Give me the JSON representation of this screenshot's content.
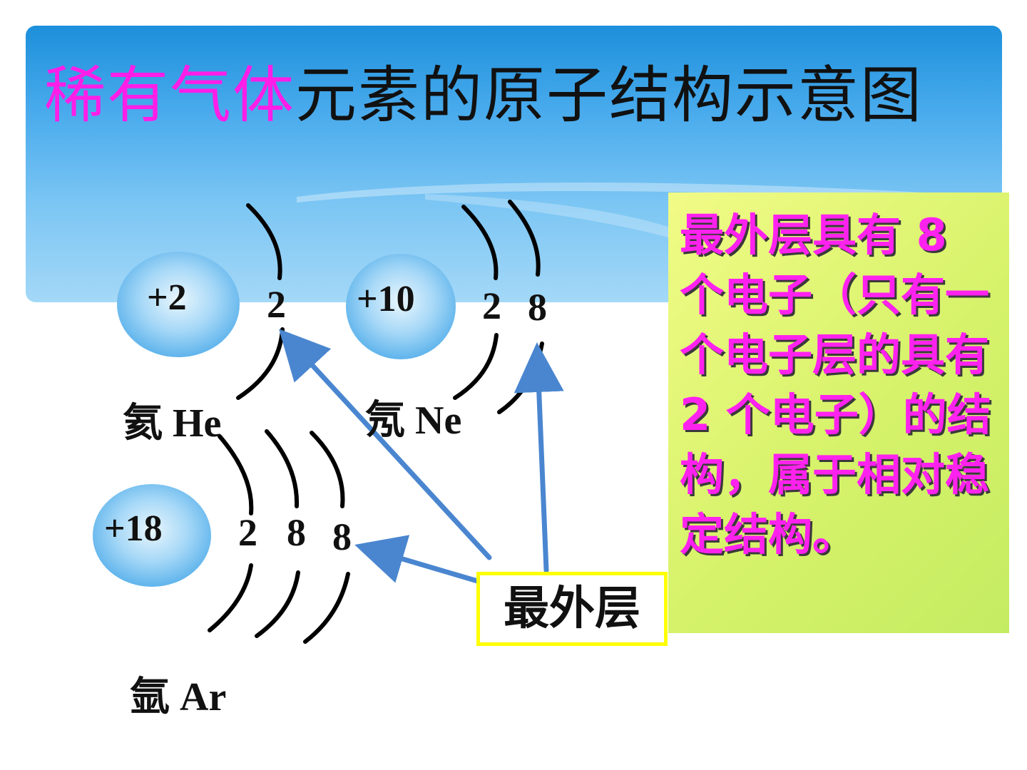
{
  "title": {
    "highlight": "稀有气体",
    "rest": "元素的原子结构示意图"
  },
  "atoms": [
    {
      "id": "he",
      "nucleus": "+2",
      "shells": [
        "2"
      ],
      "name": "氦 He"
    },
    {
      "id": "ne",
      "nucleus": "+10",
      "shells": [
        "2",
        "8"
      ],
      "name": "氖 Ne"
    },
    {
      "id": "ar",
      "nucleus": "+18",
      "shells": [
        "2",
        "8",
        "8"
      ],
      "name": "氩 Ar"
    }
  ],
  "callout": {
    "text": "最外层具有 8 个电子（只有一个电子层的具有 2 个电子）的结构，属于相对稳定结构。"
  },
  "outer_label": "最外层",
  "colors": {
    "highlight": "#ff1ee8",
    "callout_text": "#ff22ee",
    "arrow": "#4a86d0",
    "label_border": "#ffff00"
  }
}
